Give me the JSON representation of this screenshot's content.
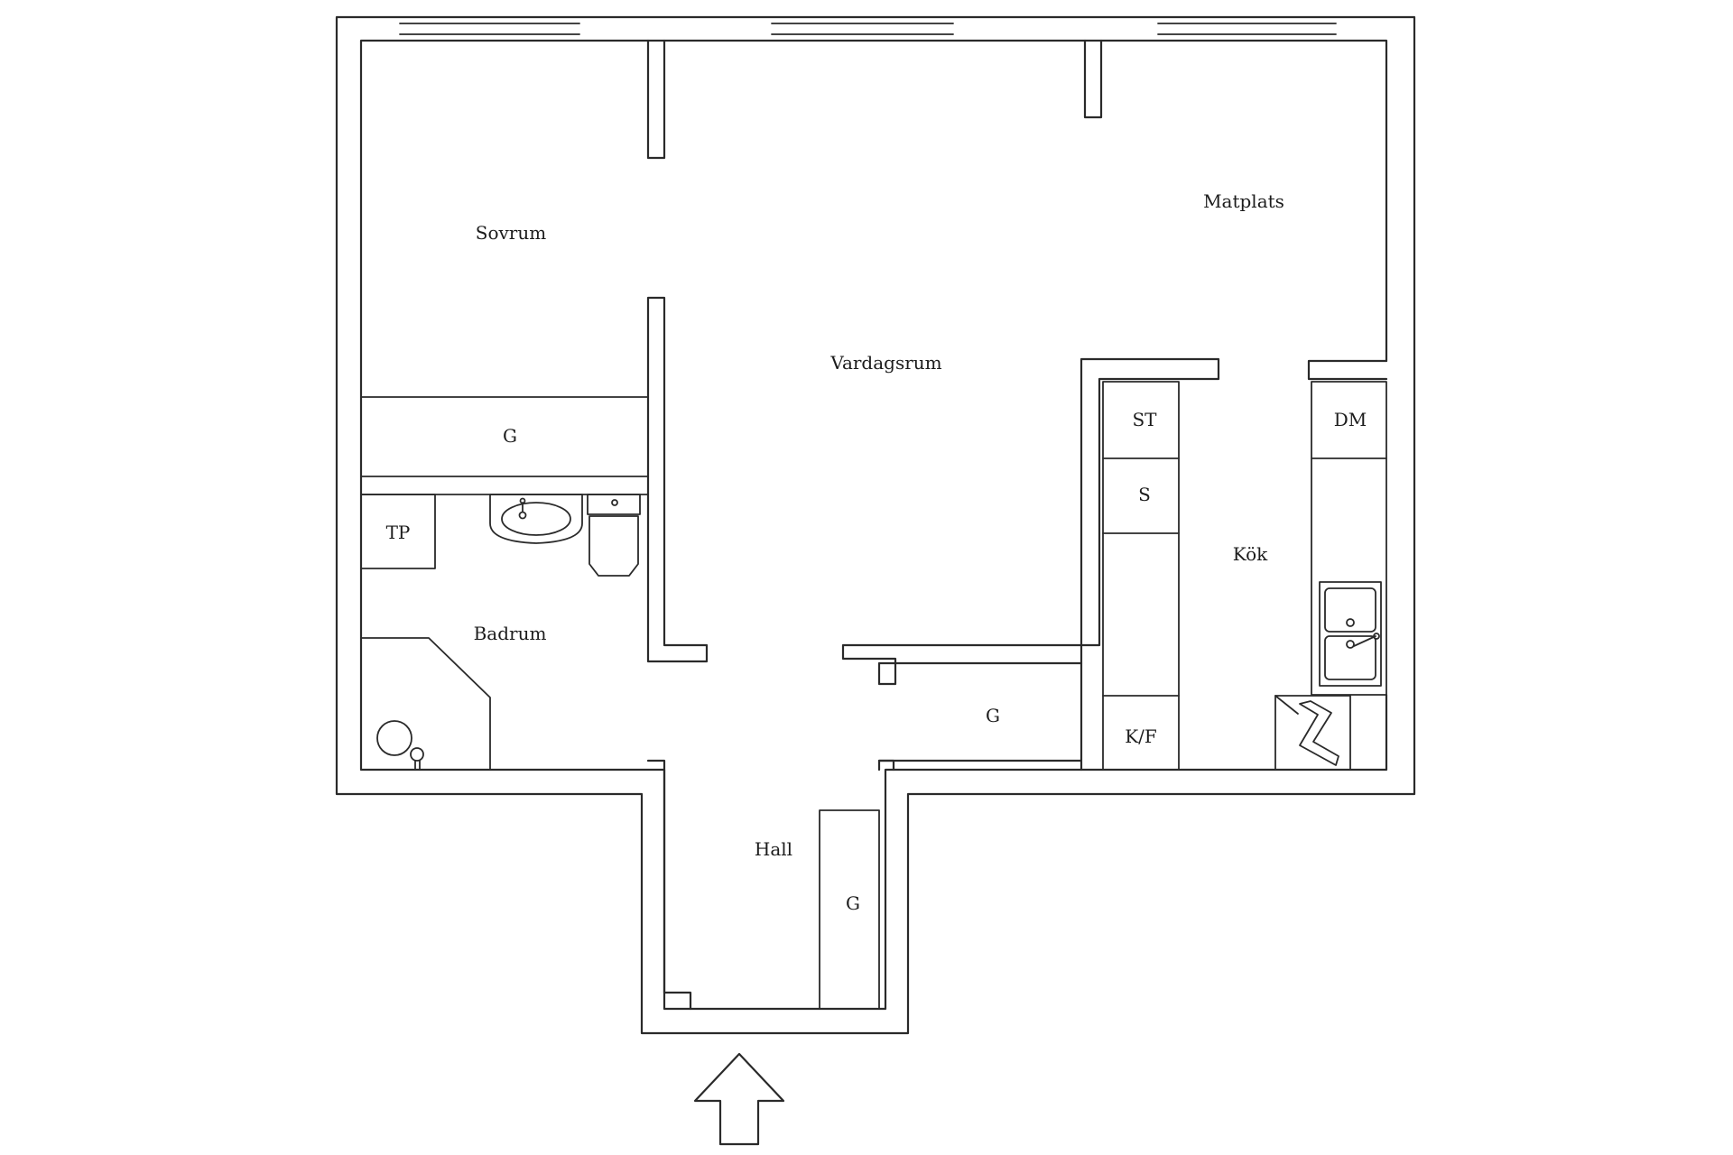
{
  "rooms": {
    "sovrum": "Sovrum",
    "vardagsrum": "Vardagsrum",
    "matplats": "Matplats",
    "kok": "Kök",
    "badrum": "Badrum",
    "hall": "Hall"
  },
  "fixtures": {
    "wardrobe_sovrum": "G",
    "wardrobe_hall_side": "G",
    "wardrobe_hall": "G",
    "towel_cabinet": "TP",
    "stove": "ST",
    "cabinet_s": "S",
    "fridge_freezer": "K/F",
    "dishwasher": "DM"
  }
}
